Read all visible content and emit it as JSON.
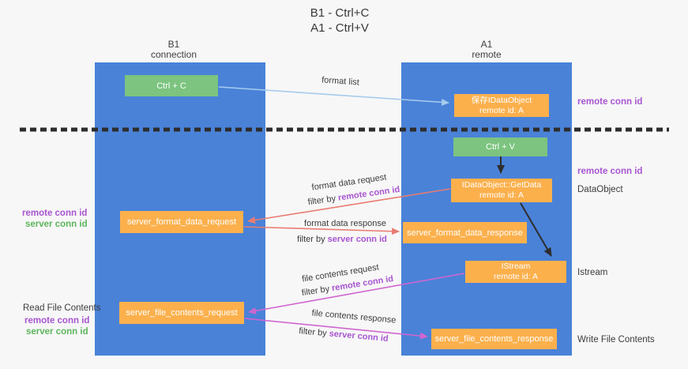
{
  "title": {
    "line1": "B1 - Ctrl+C",
    "line2": "A1 - Ctrl+V"
  },
  "columns": {
    "left": {
      "header_line1": "B1",
      "header_line2": "connection"
    },
    "right": {
      "header_line1": "A1",
      "header_line2": "remote"
    }
  },
  "boxes": {
    "ctrl_c": "Ctrl + C",
    "ctrl_v": "Ctrl + V",
    "save_dataobject_line1": "保存IDataObject",
    "save_dataobject_line2": "remote id: A",
    "getdata_line1": "IDataObject::GetData",
    "getdata_line2": "remote id: A",
    "istream_line1": "IStream",
    "istream_line2": "remote id: A",
    "format_request": "server_format_data_request",
    "format_response": "server_format_data_response",
    "file_request": "server_file_contents_request",
    "file_response": "server_file_contents_response"
  },
  "right_labels": {
    "remote_conn_top": "remote conn id",
    "remote_conn_mid": "remote conn id",
    "dataobject": "DataObject",
    "istream": "Istream",
    "write_file": "Write File Contents"
  },
  "left_labels": {
    "remote_conn_1": "remote conn id",
    "server_conn_1": "server conn id",
    "read_file": "Read File Contents",
    "remote_conn_2": "remote conn id",
    "server_conn_2": "server conn id"
  },
  "arrow_labels": {
    "format_list": "format list",
    "format_data_request": "format data request",
    "format_data_request_filter_prefix": "filter by ",
    "format_data_request_filter_key": "remote conn id",
    "format_data_response": "format data response",
    "format_data_response_filter_prefix": "filter by ",
    "format_data_response_filter_key": "server conn id",
    "file_contents_request": "file contents request",
    "file_contents_request_filter_prefix": "filter by ",
    "file_contents_request_filter_key": "remote conn id",
    "file_contents_response": "file contents response",
    "file_contents_response_filter_prefix": "filter by ",
    "file_contents_response_filter_key": "server conn id"
  },
  "colors": {
    "lifeline_blue": "#4a82d8",
    "box_green": "#7cc47f",
    "box_orange": "#fbb04c",
    "arrow_light_blue": "#a5cbec",
    "arrow_red": "#e97c72",
    "arrow_magenta": "#cf66cf",
    "arrow_black": "#2d2d2d",
    "text_purple": "#a855d0",
    "text_green": "#5cb55c",
    "text_dark": "#3c3c3c",
    "background": "#f7f7f7"
  }
}
